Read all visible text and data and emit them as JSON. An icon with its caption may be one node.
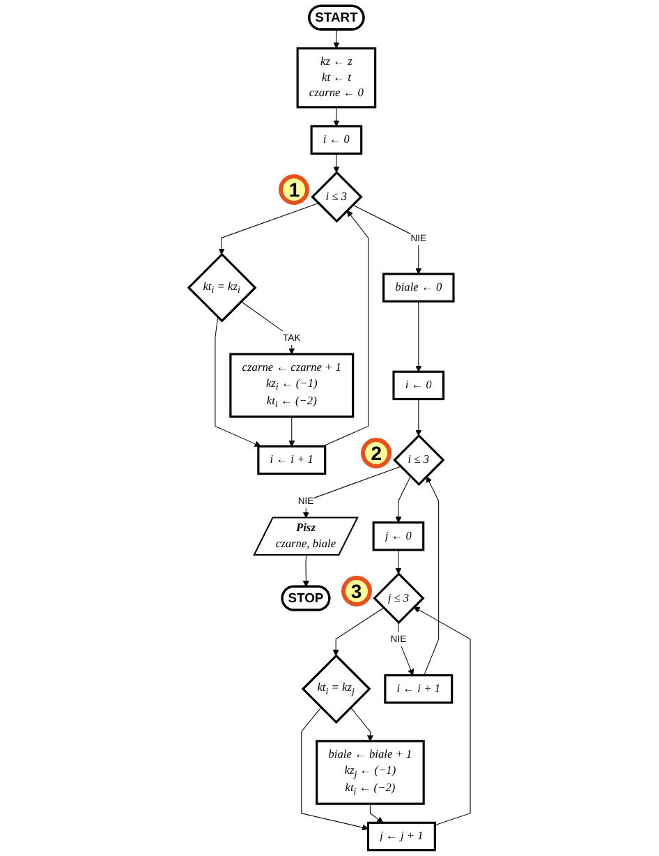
{
  "diagram": {
    "nodes": [
      {
        "text": [
          "START"
        ]
      },
      {
        "text": [
          "kz ← z",
          "kt ← t",
          "czarne ← 0"
        ]
      },
      {
        "text": [
          "i ← 0"
        ]
      },
      {
        "text": [
          "i ≤ 3"
        ]
      },
      {
        "text": [
          "kt$_{i}$ = kz$_{i}$"
        ]
      },
      {
        "text": [
          "czarne ← czarne + 1",
          "kz$_{i}$ ← (−1)",
          "kt$_{i}$ ← (−2)"
        ]
      },
      {
        "text": [
          "i ← i + 1"
        ]
      },
      {
        "text": [
          "biale ← 0"
        ]
      },
      {
        "text": [
          "i ← 0"
        ]
      },
      {
        "text": [
          "i ≤ 3"
        ]
      },
      {
        "text": [
          "Pisz",
          "czarne, biale"
        ]
      },
      {
        "text": [
          "STOP"
        ]
      },
      {
        "text": [
          "j ← 0"
        ]
      },
      {
        "text": [
          "j ≤ 3"
        ]
      },
      {
        "text": [
          "kt$_{i}$ = kz$_{j}$"
        ]
      },
      {
        "text": [
          "biale ← biale + 1",
          "kz$_{j}$ ← (−1)",
          "kt$_{i}$ ← (−2)"
        ]
      },
      {
        "text": [
          "j ← j + 1"
        ]
      },
      {
        "text": [
          "i ← i + 1"
        ]
      }
    ],
    "edges": [
      {
        "from": 0,
        "to": 1,
        "arrow": "to"
      },
      {
        "from": 1,
        "to": 2,
        "arrow": "to"
      },
      {
        "from": 2,
        "to": 3,
        "arrow": "to"
      },
      {
        "from": 3,
        "to": 4,
        "arrow": "to"
      },
      {
        "from": 3,
        "to": 7,
        "arrow": "to",
        "label": "NIE"
      },
      {
        "from": 4,
        "to": 5,
        "arrow": "to",
        "label": "TAK"
      },
      {
        "from": 4,
        "to": 6,
        "arrow": "to"
      },
      {
        "from": 5,
        "to": 6,
        "arrow": "to"
      },
      {
        "from": 6,
        "to": 3,
        "arrow": "to"
      },
      {
        "from": 7,
        "to": 8,
        "arrow": "to"
      },
      {
        "from": 8,
        "to": 9,
        "arrow": "to"
      },
      {
        "from": 9,
        "to": 10,
        "arrow": "to",
        "label": "NIE"
      },
      {
        "from": 9,
        "to": 12,
        "arrow": "to"
      },
      {
        "from": 10,
        "to": 11,
        "arrow": "to"
      },
      {
        "from": 12,
        "to": 13,
        "arrow": "to"
      },
      {
        "from": 13,
        "to": 14,
        "arrow": "to"
      },
      {
        "from": 13,
        "to": 17,
        "arrow": "to",
        "label": "NIE"
      },
      {
        "from": 14,
        "to": 15,
        "arrow": "to"
      },
      {
        "from": 14,
        "to": 16,
        "arrow": "to"
      },
      {
        "from": 15,
        "to": 16,
        "arrow": "to"
      },
      {
        "from": 16,
        "to": 13,
        "arrow": "to"
      },
      {
        "from": 17,
        "to": 9,
        "arrow": "to"
      }
    ],
    "labels": [
      "1",
      "2",
      "3"
    ]
  }
}
